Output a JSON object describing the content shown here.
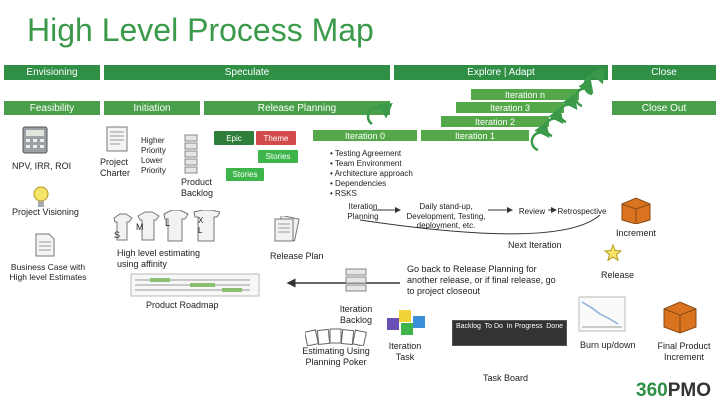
{
  "title": "High Level Process Map",
  "phases": {
    "envisioning": "Envisioning",
    "speculate": "Speculate",
    "explore_adapt": "Explore    |    Adapt",
    "close": "Close"
  },
  "subphases": {
    "feasibility": "Feasibility",
    "initiation": "Initiation",
    "release_planning": "Release Planning",
    "close_out": "Close Out"
  },
  "iterations": [
    "Iteration n",
    "Iteration 3",
    "Iteration 2",
    "Iteration 1",
    "Iteration 0"
  ],
  "labels": {
    "npv": "NPV, IRR, ROI",
    "project_charter": "Project Charter",
    "higher_priority": "Higher Priority",
    "lower_priority": "Lower Priority",
    "epic": "Epic",
    "theme": "Theme",
    "stories_top": "Stories",
    "stories_bottom": "Stories",
    "product_backlog": "Product Backlog",
    "project_visioning": "Project Visioning",
    "business_case": "Business Case with High level Estimates",
    "estimating_affinity": "High level estimating using affinity",
    "product_roadmap": "Product Roadmap",
    "release_plan": "Release Plan",
    "iteration_planning": "Iteration Planning",
    "daily_standup": "Daily stand-up, Development, Testing, deployment, etc.",
    "review": "Review",
    "retrospective": "Retrospective",
    "increment": "Increment",
    "next_iteration": "Next Iteration",
    "go_back": "Go back to Release Planning for another release, or if final release, go to project closeout",
    "release": "Release",
    "iteration_backlog": "Iteration Backlog",
    "estimating_poker": "Estimating Using Planning Poker",
    "iteration_task": "Iteration Task",
    "task_board": "Task Board",
    "burn_up_down": "Burn up/down",
    "final_product": "Final Product Increment",
    "brand_a": "360",
    "brand_b": "PMO"
  },
  "iteration0_items": [
    "Testing Agreement",
    "Team Environment",
    "Architecture approach",
    "Dependencies",
    "RSKS"
  ],
  "sizes": [
    "S",
    "M",
    "L",
    "X L"
  ],
  "taskboard_columns": [
    "Backlog",
    "To Do",
    "In Progress",
    "Done"
  ],
  "colors": {
    "green_dark": "#2f8f45",
    "green": "#4aa04a",
    "epic": "#2e7d3a",
    "theme": "#d24b4b",
    "stories": "#3db54a",
    "box": "#d9731f"
  }
}
